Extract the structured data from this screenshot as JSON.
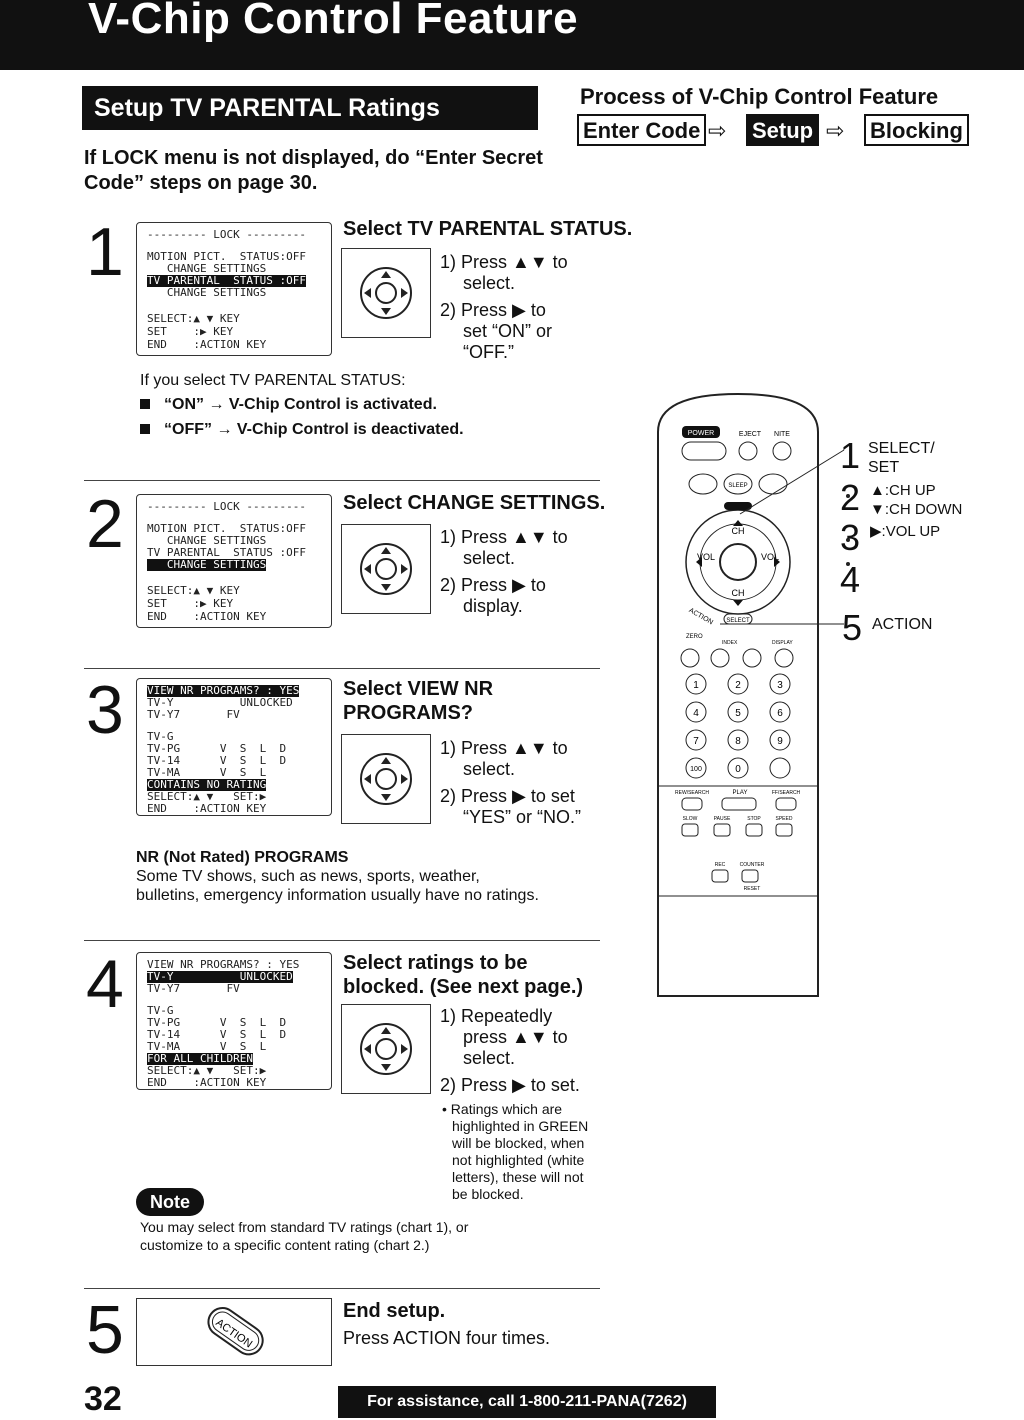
{
  "header": {
    "title": "V-Chip Control Feature"
  },
  "section": {
    "title": "Setup TV PARENTAL Ratings"
  },
  "process": {
    "title": "Process of V-Chip Control Feature",
    "steps": [
      "Enter Code",
      "Setup",
      "Blocking"
    ]
  },
  "lock_message": "If LOCK menu is not displayed, do “Enter Secret Code” steps on page 30.",
  "step1": {
    "num": "1",
    "title": "Select TV PARENTAL STATUS.",
    "screen": [
      "--------- LOCK ---------",
      "MOTION PICT.  STATUS:OFF",
      "   CHANGE SETTINGS",
      "TV PARENTAL  STATUS :OFF",
      "   CHANGE SETTINGS",
      "SELECT:▲ ▼ KEY",
      "SET    :▶ KEY",
      "END    :ACTION KEY"
    ],
    "i1a": "1) Press ▲▼ to",
    "i1b": "select.",
    "i2a": "2) Press ▶ to",
    "i2b": "set “ON” or",
    "i2c": "“OFF.”",
    "if_text": "If you select TV PARENTAL STATUS:",
    "on_text": "“ON” → V-Chip Control is activated.",
    "off_text": "“OFF” → V-Chip Control is deactivated."
  },
  "step2": {
    "num": "2",
    "title": "Select CHANGE SETTINGS.",
    "screen": [
      "--------- LOCK ---------",
      "MOTION PICT.  STATUS:OFF",
      "   CHANGE SETTINGS",
      "TV PARENTAL  STATUS :OFF",
      "   CHANGE SETTINGS",
      "SELECT:▲ ▼ KEY",
      "SET    :▶ KEY",
      "END    :ACTION KEY"
    ],
    "i1a": "1) Press ▲▼ to",
    "i1b": "select.",
    "i2a": "2) Press ▶ to",
    "i2b": "display."
  },
  "step3": {
    "num": "3",
    "title_a": "Select VIEW NR",
    "title_b": "PROGRAMS?",
    "screen": [
      "VIEW NR PROGRAMS? : YES",
      "TV-Y          UNLOCKED",
      "TV-Y7       FV",
      "TV-G",
      "TV-PG      V  S  L  D",
      "TV-14      V  S  L  D",
      "TV-MA      V  S  L",
      "CONTAINS NO RATING",
      "SELECT:▲ ▼   SET:▶",
      "END    :ACTION KEY"
    ],
    "i1a": "1) Press ▲▼ to",
    "i1b": "select.",
    "i2a": "2) Press ▶ to set",
    "i2b": "“YES” or “NO.”",
    "nr_title": "NR (Not Rated) PROGRAMS",
    "nr_text_a": "Some TV shows, such as news, sports, weather,",
    "nr_text_b": "bulletins, emergency information usually have no ratings."
  },
  "step4": {
    "num": "4",
    "title_a": "Select ratings to be",
    "title_b": "blocked. (See next page.)",
    "screen": [
      "VIEW NR PROGRAMS? : YES",
      "TV-Y          UNLOCKED",
      "TV-Y7       FV",
      "TV-G",
      "TV-PG      V  S  L  D",
      "TV-14      V  S  L  D",
      "TV-MA      V  S  L",
      "FOR ALL CHILDREN",
      "SELECT:▲ ▼   SET:▶",
      "END    :ACTION KEY"
    ],
    "i1a": "1) Repeatedly",
    "i1b": "press ▲▼ to",
    "i1c": "select.",
    "i2a": "2) Press ▶ to set.",
    "bullet": [
      "• Ratings which are",
      "highlighted in GREEN",
      "will be blocked, when",
      "not highlighted (white",
      "letters), these will not",
      "be blocked."
    ]
  },
  "note": {
    "label": "Note",
    "text_a": "You may select from standard TV ratings (chart 1), or",
    "text_b": "customize to a specific content rating (chart 2.)"
  },
  "step5": {
    "num": "5",
    "title": "End setup.",
    "text": "Press ACTION four times.",
    "button": "ACTION"
  },
  "remote": {
    "labels": [
      "1",
      "SELECT/",
      "SET",
      "2",
      "▲:CH UP",
      "▼:CH DOWN",
      "3",
      "▶:VOL UP",
      "4",
      "5",
      "ACTION"
    ],
    "buttons": [
      "POWER",
      "EJECT",
      "NITE",
      "SLEEP",
      "CH",
      "VOL",
      "SELECT",
      "ACTION",
      "ZERO",
      "INDEX",
      "DISPLAY",
      "REW/SEARCH",
      "PLAY",
      "FF/SEARCH",
      "SLOW",
      "PAUSE",
      "STOP",
      "SPEED",
      "REC",
      "COUNTER",
      "RESET",
      "100"
    ]
  },
  "footer": {
    "page": "32",
    "assist": "For assistance, call 1-800-211-PANA(7262)"
  }
}
